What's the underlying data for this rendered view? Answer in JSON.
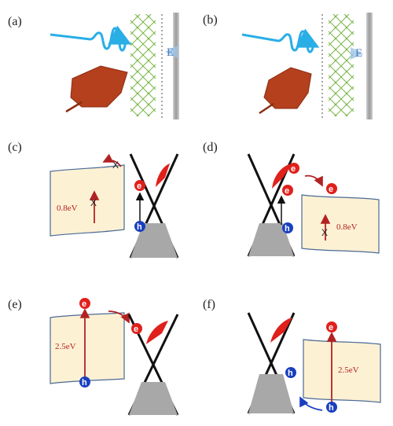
{
  "panels": {
    "a": {
      "label": "(a)",
      "field": "E"
    },
    "b": {
      "label": "(b)",
      "field": "E"
    },
    "c": {
      "label": "(c)",
      "gap": "0.8eV",
      "mark": "X",
      "mark2": "X"
    },
    "d": {
      "label": "(d)",
      "gap": "0.8eV",
      "mark": "X"
    },
    "e": {
      "label": "(e)",
      "gap": "2.5eV"
    },
    "f": {
      "label": "(f)",
      "gap": "2.5eV"
    }
  },
  "carriers": {
    "electron": "e",
    "hole": "h"
  },
  "colors": {
    "light_wave": "#29aee6",
    "leaf": "#b5401d",
    "lattice": "#7ab648",
    "band_fill": "#fdf1d4",
    "band_edge": "#4a6a96",
    "electron": "#e0201b",
    "hole": "#1a3fbf",
    "valence_fill": "#a8a8a8",
    "arrow": "#b22222",
    "field_arrow": "#9ec6e8"
  }
}
